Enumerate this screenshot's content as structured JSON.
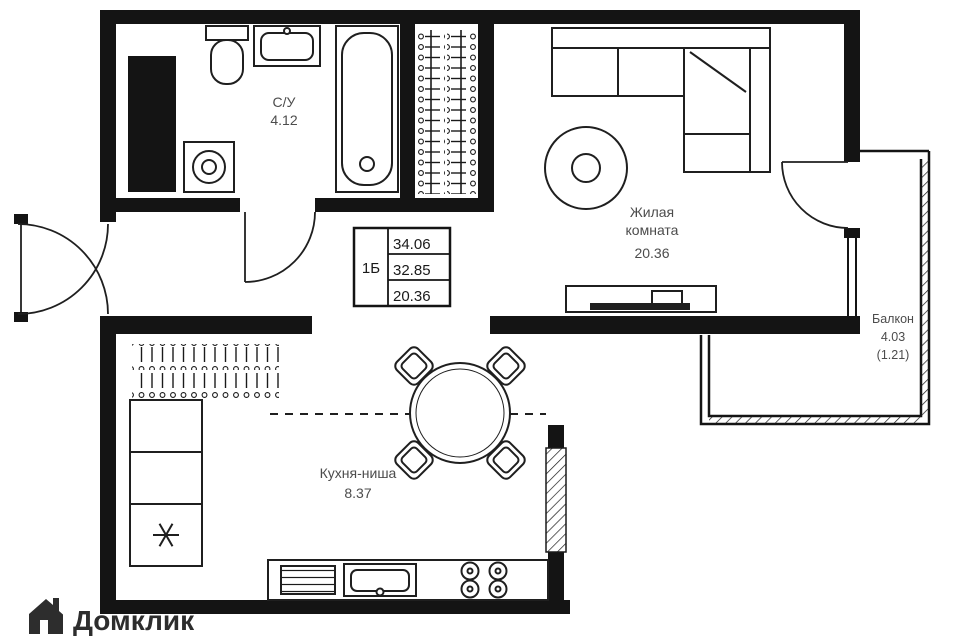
{
  "brand": {
    "name": "Домклик"
  },
  "plan": {
    "info_box": {
      "unit": "1Б",
      "rows": [
        "34.06",
        "32.85",
        "20.36"
      ]
    },
    "rooms": {
      "bathroom": {
        "abbr": "С/У",
        "area": "4.12"
      },
      "living": {
        "name_line1": "Жилая",
        "name_line2": "комната",
        "area": "20.36"
      },
      "kitchen": {
        "name": "Кухня-ниша",
        "area": "8.37"
      },
      "balcony": {
        "name": "Балкон",
        "area": "4.03",
        "area_coeff": "(1.21)"
      }
    }
  },
  "colors": {
    "wall": "#141414",
    "line": "#1f1f1f",
    "label": "#4c4c4c",
    "brand": "#2d2d2d"
  }
}
